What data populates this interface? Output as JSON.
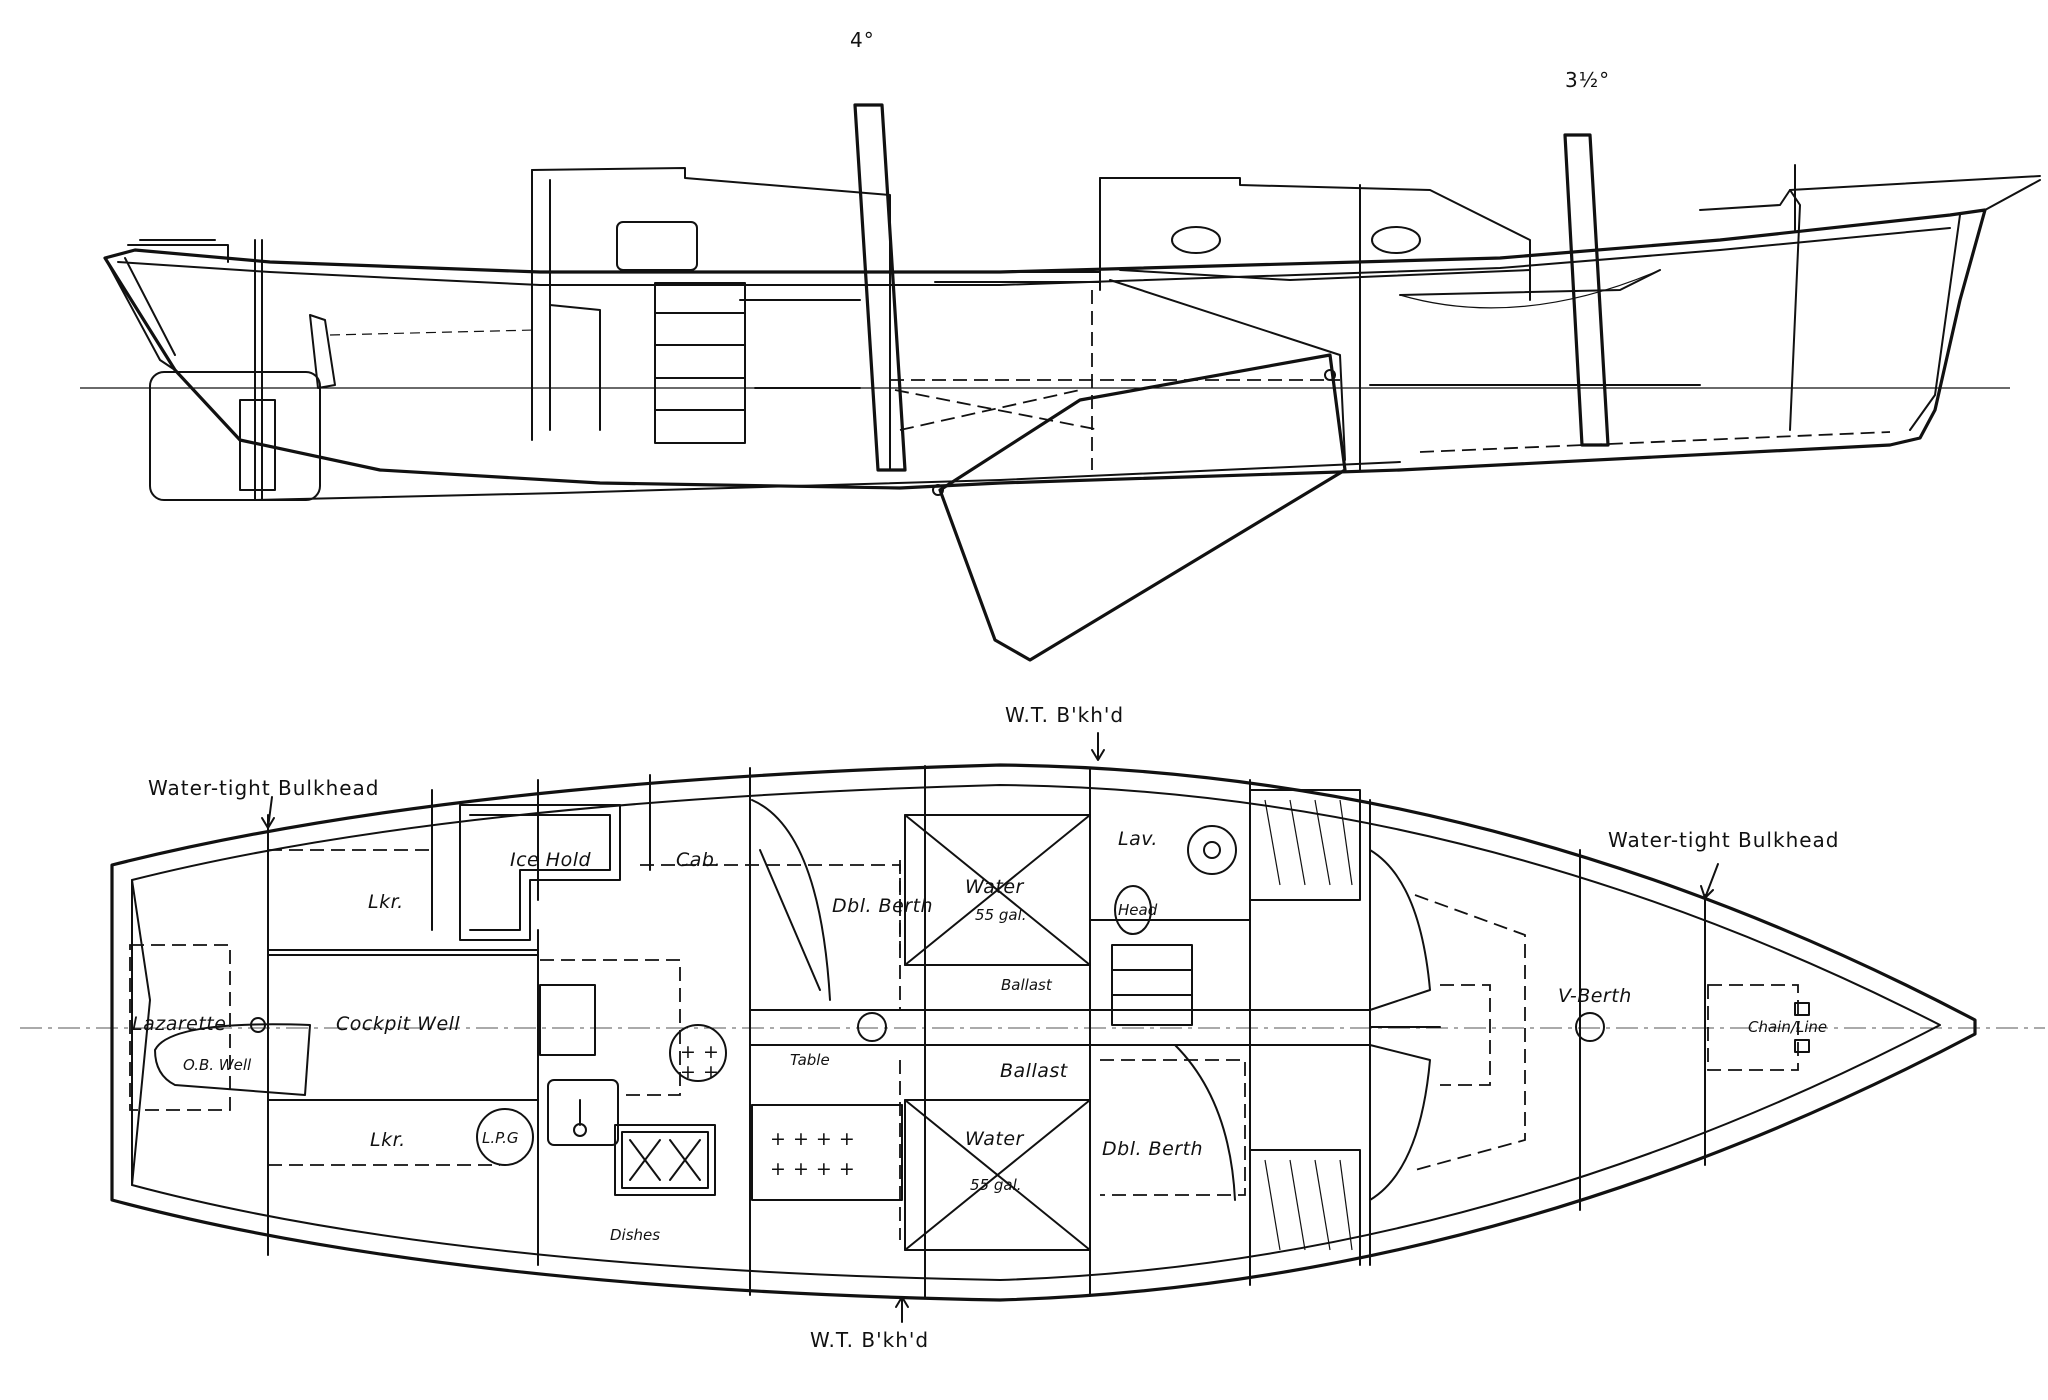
{
  "profile": {
    "mast_rake_aft": "4°",
    "mast_rake_fwd": "3½°"
  },
  "plan": {
    "labels": {
      "wt_bkhd_top": "W.T. B'kh'd",
      "wt_bkhd_bottom": "W.T. B'kh'd",
      "watertight_aft": "Water-tight Bulkhead",
      "watertight_fwd": "Water-tight Bulkhead",
      "ice_hold": "Ice Hold",
      "cab": "Cab.",
      "lkr_port": "Lkr.",
      "lkr_stbd": "Lkr.",
      "lazarette": "Lazarette",
      "ob_well": "O.B. Well",
      "cockpit_well": "Cockpit Well",
      "lpg": "L.P.G",
      "dishes": "Dishes",
      "dbl_berth_aft": "Dbl. Berth",
      "dbl_berth_fwd": "Dbl. Berth",
      "water_top": "Water",
      "water_top_cap": "55 gal.",
      "water_bottom": "Water",
      "water_bottom_cap": "55 gal.",
      "ballast_top": "Ballast",
      "ballast_mid": "Ballast",
      "table": "Table",
      "lav": "Lav.",
      "head": "Head",
      "v_berth": "V-Berth",
      "chain_line": "Chain/Line"
    }
  }
}
